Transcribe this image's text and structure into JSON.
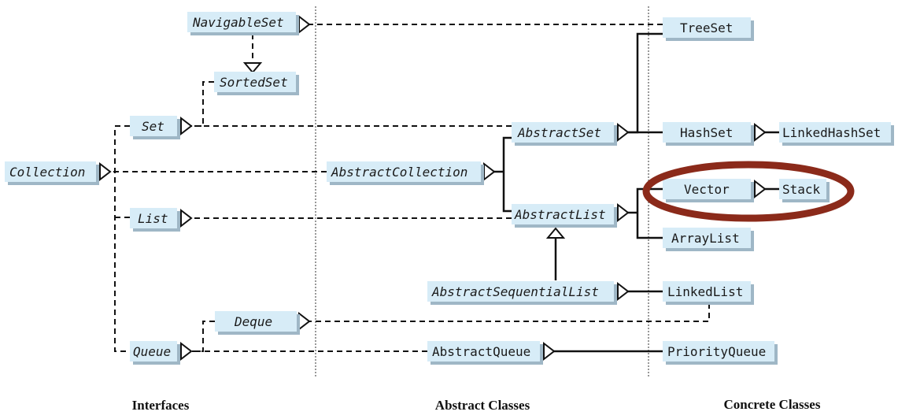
{
  "diagram": {
    "columns": {
      "interfaces": "Interfaces",
      "abstract": "Abstract Classes",
      "concrete": "Concrete Classes"
    },
    "nodes": {
      "navigableset": "NavigableSet",
      "sortedset": "SortedSet",
      "set": "Set",
      "collection": "Collection",
      "list": "List",
      "deque": "Deque",
      "queue": "Queue",
      "abstractset": "AbstractSet",
      "abstractcollection": "AbstractCollection",
      "abstractlist": "AbstractList",
      "abstractsequentiallist": "AbstractSequentialList",
      "abstractqueue": "AbstractQueue",
      "treeset": "TreeSet",
      "hashset": "HashSet",
      "linkedhashset": "LinkedHashSet",
      "vector": "Vector",
      "stack": "Stack",
      "arraylist": "ArrayList",
      "linkedlist": "LinkedList",
      "priorityqueue": "PriorityQueue"
    },
    "highlight_color": "#8b2a1a",
    "box_fill": "#d7ecf7",
    "line_color": "#111111"
  }
}
